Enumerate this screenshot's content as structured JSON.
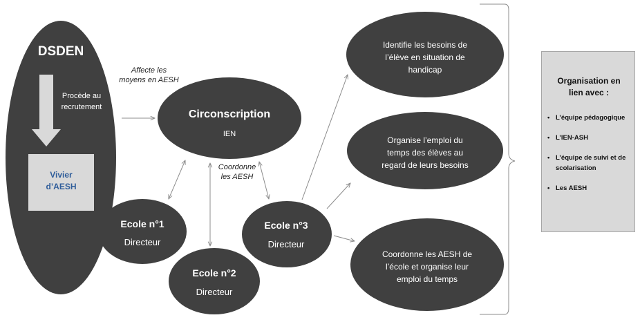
{
  "dsden": {
    "title": "DSDEN",
    "recruit_line1": "Procède au",
    "recruit_line2": "recrutement",
    "vivier_line1": "Vivier",
    "vivier_line2": "d’AESH"
  },
  "circonscription": {
    "title": "Circonscription",
    "subtitle": "IEN"
  },
  "notes": {
    "affecte_line1": "Affecte les",
    "affecte_line2": "moyens en AESH",
    "coordonne_line1": "Coordonne",
    "coordonne_line2": "les  AESH"
  },
  "ecoles": [
    {
      "name": "Ecole n°1",
      "role": "Directeur"
    },
    {
      "name": "Ecole n°2",
      "role": "Directeur"
    },
    {
      "name": "Ecole n°3",
      "role": "Directeur"
    }
  ],
  "actions": [
    {
      "line1": "Identifie les besoins de",
      "line2": "l’élève en situation de",
      "line3": "handicap"
    },
    {
      "line1": "Organise l’emploi du",
      "line2": "temps des élèves au",
      "line3": "regard de leurs besoins"
    },
    {
      "line1": "Coordonne les AESH de",
      "line2": "l’école et organise leur",
      "line3": "emploi du temps"
    }
  ],
  "side": {
    "title_line1": "Organisation en",
    "title_line2": "lien avec :",
    "items": [
      "L’équipe pédagogique",
      "L’IEN-ASH",
      "L’équipe de suivi et de scolarisation",
      "Les AESH"
    ]
  },
  "colors": {
    "ellipse": "#404040",
    "arrow_fill": "#d9d9d9",
    "connector": "#8c8c8c",
    "box": "#d9d9d9",
    "vivier_text": "#2f5d9a"
  }
}
